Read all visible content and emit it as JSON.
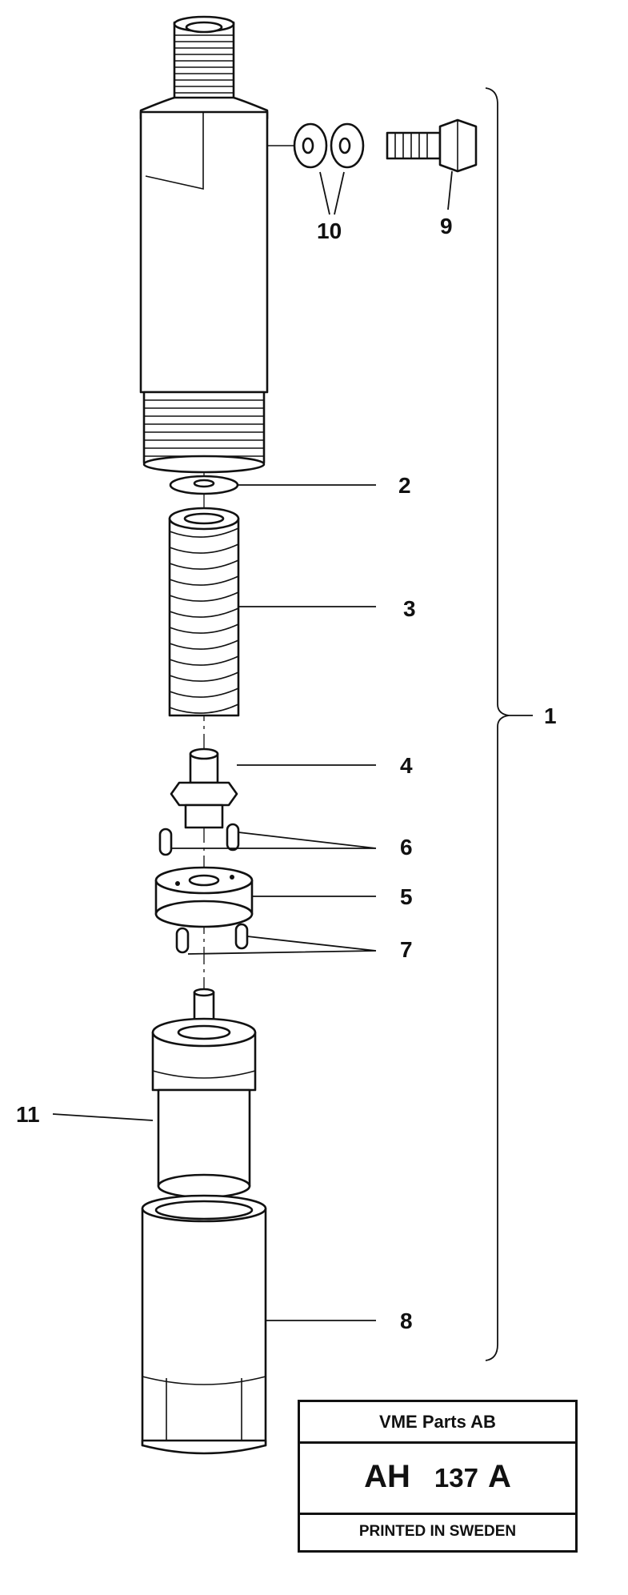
{
  "diagram": {
    "callouts": {
      "c1": "1",
      "c2": "2",
      "c3": "3",
      "c4": "4",
      "c5": "5",
      "c6": "6",
      "c7": "7",
      "c8": "8",
      "c9": "9",
      "c10": "10",
      "c11": "11"
    }
  },
  "title_block": {
    "company": "VME Parts AB",
    "drawing_code": "AH",
    "drawing_number": "137",
    "revision": "A",
    "footer": "PRINTED IN SWEDEN"
  }
}
